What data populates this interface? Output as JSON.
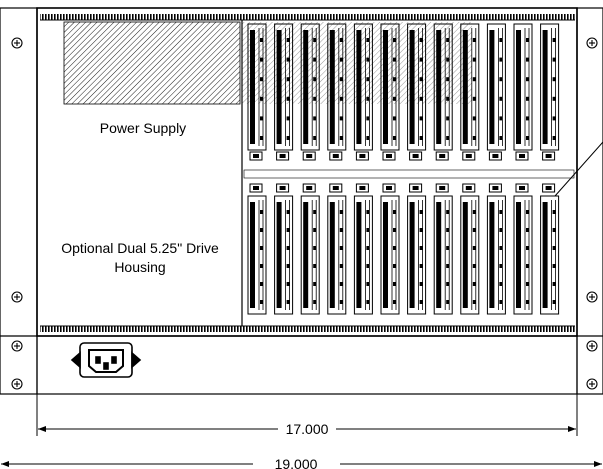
{
  "labels": {
    "power_supply": "Power Supply",
    "drive_housing_line1": "Optional Dual 5.25\" Drive",
    "drive_housing_line2": "Housing"
  },
  "dimensions": {
    "inner_width": "17.000",
    "outer_width": "19.000"
  },
  "colors": {
    "line": "#000000",
    "background": "#ffffff",
    "hatch": "#000000"
  },
  "icons": {
    "rack_hole": "circle-plus",
    "power_inlet": "iec-power-inlet"
  }
}
